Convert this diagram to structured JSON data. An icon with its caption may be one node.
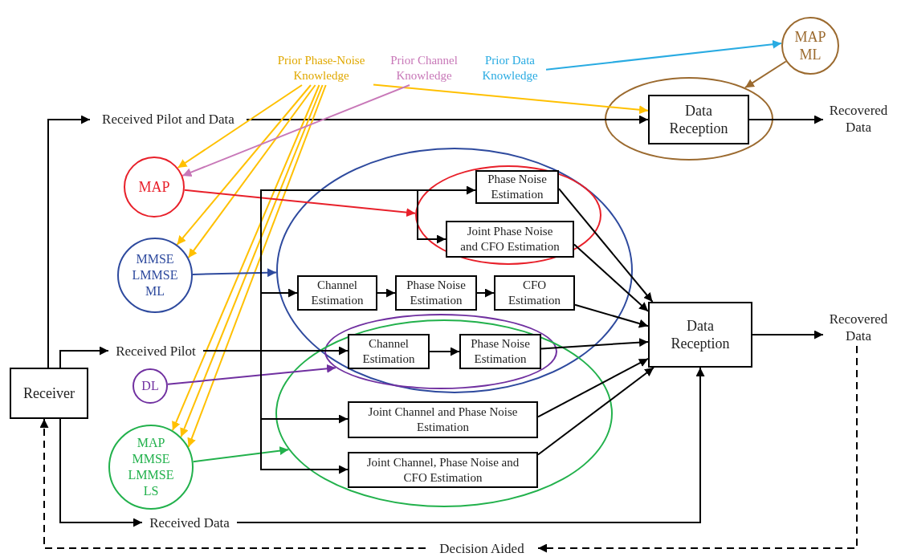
{
  "diagram": {
    "nodes": [
      {
        "text": [
          "Receiver"
        ]
      },
      {
        "text": [
          "Received Pilot and Data"
        ]
      },
      {
        "text": [
          "Received Pilot"
        ]
      },
      {
        "text": [
          "Received Data"
        ]
      },
      {
        "text": [
          "Prior Phase-Noise Knowledge"
        ]
      },
      {
        "text": [
          "Prior Channel Knowledge"
        ]
      },
      {
        "text": [
          "Prior Data Knowledge"
        ]
      },
      {
        "text": [
          "MAP ML"
        ]
      },
      {
        "text": [],
        "shape": "ellipse"
      },
      {
        "text": [
          "Data Reception"
        ],
        "in": 8
      },
      {
        "text": [
          "Recovered Data"
        ]
      },
      {
        "text": [
          "MAP"
        ]
      },
      {
        "text": [
          "MMSE LMMSE ML"
        ]
      },
      {
        "text": [
          "DL"
        ]
      },
      {
        "text": [
          "MAP MMSE LMMSE LS"
        ]
      },
      {
        "text": [],
        "shape": "ellipse"
      },
      {
        "text": [],
        "shape": "ellipse",
        "in": 15
      },
      {
        "text": [
          "Phase Noise Estimation"
        ],
        "in": 16
      },
      {
        "text": [
          "Joint Phase Noise and CFO Estimation"
        ],
        "in": 16
      },
      {
        "text": [
          "Channel Estimation"
        ],
        "in": 15
      },
      {
        "text": [
          "Phase Noise Estimation"
        ],
        "in": 15
      },
      {
        "text": [
          "CFO Estimation"
        ],
        "in": 15
      },
      {
        "text": [],
        "shape": "ellipse",
        "in": 15
      },
      {
        "text": [],
        "shape": "ellipse"
      },
      {
        "text": [
          "Channel Estimation"
        ],
        "in": 22
      },
      {
        "text": [
          "Phase Noise Estimation"
        ],
        "in": 22
      },
      {
        "text": [
          "Joint Channel and Phase Noise Estimation"
        ],
        "in": 23
      },
      {
        "text": [
          "Joint Channel, Phase Noise and CFO Estimation"
        ],
        "in": 23
      },
      {
        "text": [
          "Data Reception"
        ]
      },
      {
        "text": [
          "Recovered Data"
        ]
      },
      {
        "text": [
          "Decision Aided"
        ]
      }
    ],
    "edges": [
      {
        "from": 0,
        "to": 1,
        "arrow": "to"
      },
      {
        "from": 0,
        "to": 2,
        "arrow": "to"
      },
      {
        "from": 0,
        "to": 3,
        "arrow": "to"
      },
      {
        "from": 1,
        "to": 9,
        "arrow": "to"
      },
      {
        "from": 9,
        "to": 10,
        "arrow": "to"
      },
      {
        "from": 4,
        "to": 9,
        "arrow": "to",
        "color": "#ffc000"
      },
      {
        "from": 4,
        "to": 11,
        "arrow": "to",
        "color": "#ffc000"
      },
      {
        "from": 4,
        "to": 12,
        "arrow": "to",
        "color": "#ffc000"
      },
      {
        "from": 4,
        "to": 12,
        "arrow": "to",
        "color": "#ffc000"
      },
      {
        "from": 4,
        "to": 14,
        "arrow": "to",
        "color": "#ffc000"
      },
      {
        "from": 4,
        "to": 14,
        "arrow": "to",
        "color": "#ffc000"
      },
      {
        "from": 4,
        "to": 14,
        "arrow": "to",
        "color": "#ffc000"
      },
      {
        "from": 5,
        "to": 11,
        "arrow": "to",
        "color": "#c878b8"
      },
      {
        "from": 6,
        "to": 7,
        "arrow": "to",
        "color": "#29abe2"
      },
      {
        "from": 7,
        "to": 8,
        "arrow": "to",
        "color": "#9b6a2f"
      },
      {
        "from": 11,
        "to": 16,
        "arrow": "to",
        "color": "#e8202a"
      },
      {
        "from": 12,
        "to": 15,
        "arrow": "to",
        "color": "#2e4a9e"
      },
      {
        "from": 13,
        "to": 22,
        "arrow": "to",
        "color": "#7030a0"
      },
      {
        "from": 14,
        "to": 23,
        "arrow": "to",
        "color": "#22b14c"
      },
      {
        "from": 2,
        "to": 17,
        "arrow": "to"
      },
      {
        "from": 2,
        "to": 18,
        "arrow": "to"
      },
      {
        "from": 2,
        "to": 19,
        "arrow": "to"
      },
      {
        "from": 2,
        "to": 24,
        "arrow": "to"
      },
      {
        "from": 2,
        "to": 26,
        "arrow": "to"
      },
      {
        "from": 2,
        "to": 27,
        "arrow": "to"
      },
      {
        "from": 19,
        "to": 20,
        "arrow": "to"
      },
      {
        "from": 20,
        "to": 21,
        "arrow": "to"
      },
      {
        "from": 24,
        "to": 25,
        "arrow": "to"
      },
      {
        "from": 17,
        "to": 28,
        "arrow": "to"
      },
      {
        "from": 18,
        "to": 28,
        "arrow": "to"
      },
      {
        "from": 21,
        "to": 28,
        "arrow": "to"
      },
      {
        "from": 25,
        "to": 28,
        "arrow": "to"
      },
      {
        "from": 26,
        "to": 28,
        "arrow": "to"
      },
      {
        "from": 27,
        "to": 28,
        "arrow": "to"
      },
      {
        "from": 3,
        "to": 28,
        "arrow": "to"
      },
      {
        "from": 28,
        "to": 29,
        "arrow": "to"
      },
      {
        "from": 29,
        "to": 30,
        "arrow": "to",
        "style": "dashed"
      },
      {
        "from": 30,
        "to": 0,
        "arrow": "to",
        "style": "dashed"
      }
    ]
  }
}
